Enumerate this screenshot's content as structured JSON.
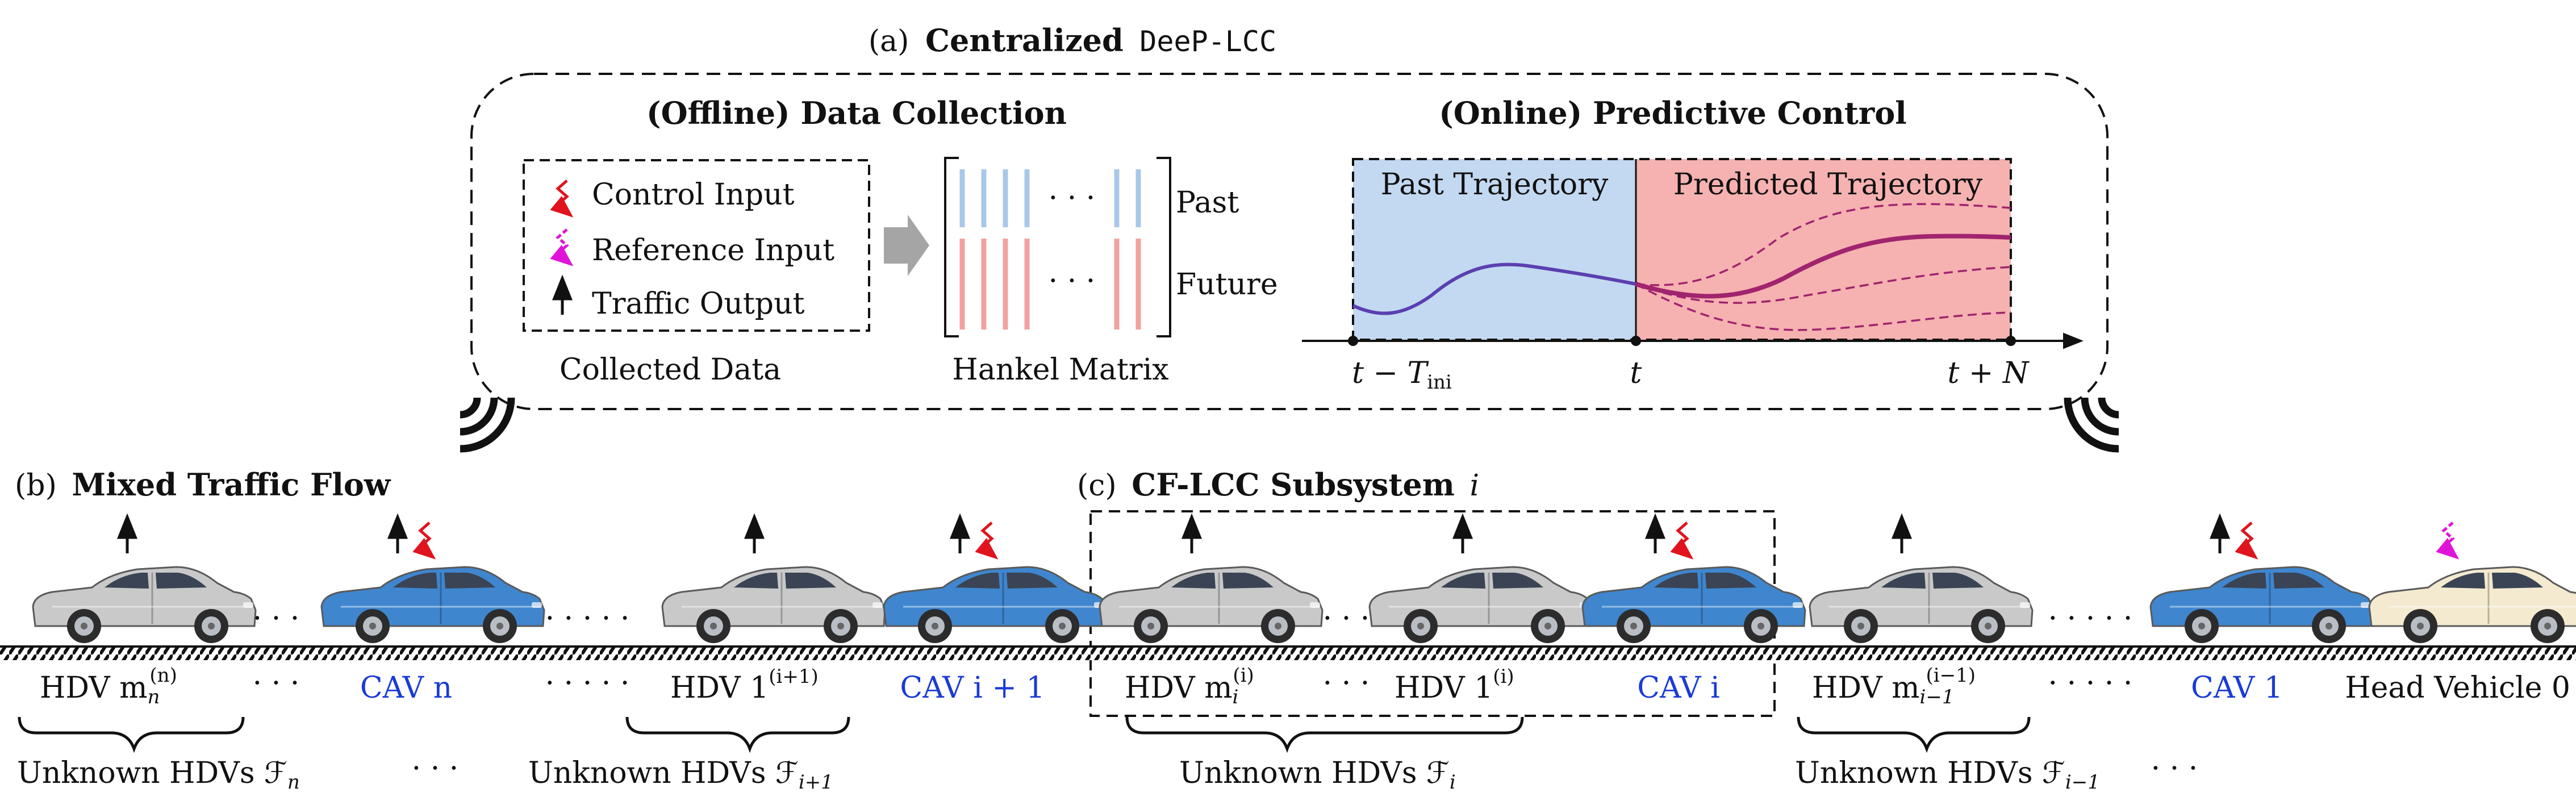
{
  "panel_a": {
    "title_prefix": "(a)",
    "title_bold": "Centralized",
    "title_mono": "DeeP-LCC",
    "offline_heading": "(Offline) Data Collection",
    "online_heading": "(Online) Predictive Control",
    "legend": {
      "control": "Control Input",
      "reference": "Reference Input",
      "output": "Traffic Output"
    },
    "collected_caption": "Collected Data",
    "hankel_caption": "Hankel Matrix",
    "hankel_past": "Past",
    "hankel_future": "Future",
    "hankel_dots": "· · ·",
    "past_region": "Past Trajectory",
    "predicted_region": "Predicted Trajectory",
    "tick_start": "t − T",
    "tick_start_sub": "ini",
    "tick_mid": "t",
    "tick_end": "t + N"
  },
  "panel_b": {
    "prefix": "(b)",
    "title": "Mixed Traffic Flow"
  },
  "panel_c": {
    "prefix": "(c)",
    "title": "CF-LCC Subsystem",
    "title_var": "i"
  },
  "road_labels": {
    "hdv_mn": "HDV m",
    "hdv_mn_sub": "n",
    "hdv_mn_sup": "(n)",
    "dots": "· · ·",
    "cav_n": "CAV n",
    "dots_long": "· · · · ·",
    "hdv_1_ip1": "HDV 1",
    "hdv_1_ip1_sup": "(i+1)",
    "cav_ip1": "CAV i + 1",
    "hdv_mi": "HDV m",
    "hdv_mi_sub": "i",
    "hdv_mi_sup": "(i)",
    "hdv_1_i": "HDV 1",
    "hdv_1_i_sup": "(i)",
    "cav_i": "CAV i",
    "hdv_mim1": "HDV m",
    "hdv_mim1_sub": "i−1",
    "hdv_mim1_sup": "(i−1)",
    "cav_1": "CAV 1",
    "head": "Head Vehicle 0"
  },
  "groups": {
    "fn": "Unknown HDVs ℱ",
    "fn_sub": "n",
    "dots": "· · ·",
    "fip1": "Unknown HDVs ℱ",
    "fip1_sub": "i+1",
    "fi": "Unknown HDVs ℱ",
    "fi_sub": "i",
    "fim1": "Unknown HDVs ℱ",
    "fim1_sub": "i−1",
    "trailing_dots": "· · ·"
  },
  "vehicles": [
    {
      "kind": "hdv",
      "output": true,
      "control": false,
      "reference": false
    },
    {
      "kind": "cav",
      "output": true,
      "control": true,
      "reference": false
    },
    {
      "kind": "hdv",
      "output": true,
      "control": false,
      "reference": false
    },
    {
      "kind": "cav",
      "output": true,
      "control": true,
      "reference": false
    },
    {
      "kind": "hdv",
      "output": true,
      "control": false,
      "reference": false
    },
    {
      "kind": "hdv",
      "output": true,
      "control": false,
      "reference": false
    },
    {
      "kind": "cav",
      "output": true,
      "control": true,
      "reference": false
    },
    {
      "kind": "hdv",
      "output": true,
      "control": false,
      "reference": false
    },
    {
      "kind": "cav",
      "output": true,
      "control": true,
      "reference": false
    },
    {
      "kind": "head",
      "output": false,
      "control": false,
      "reference": true
    }
  ],
  "colors": {
    "cav_body": "#3f86cf",
    "hdv_body": "#c9c9c9",
    "head_body": "#f3ead0",
    "control_arrow": "#e0141e",
    "reference_arrow": "#e014d8",
    "past_fill": "#c3d9f1",
    "predicted_fill": "#f6b1b1",
    "past_curve": "#5b3fb0",
    "predicted_curve": "#a0246e",
    "cav_label": "#1a3bd6"
  },
  "icons": [
    "control-input-arrow-icon",
    "reference-input-arrow-icon",
    "traffic-output-arrow-icon",
    "wireless-signal-icon",
    "car-icon"
  ]
}
